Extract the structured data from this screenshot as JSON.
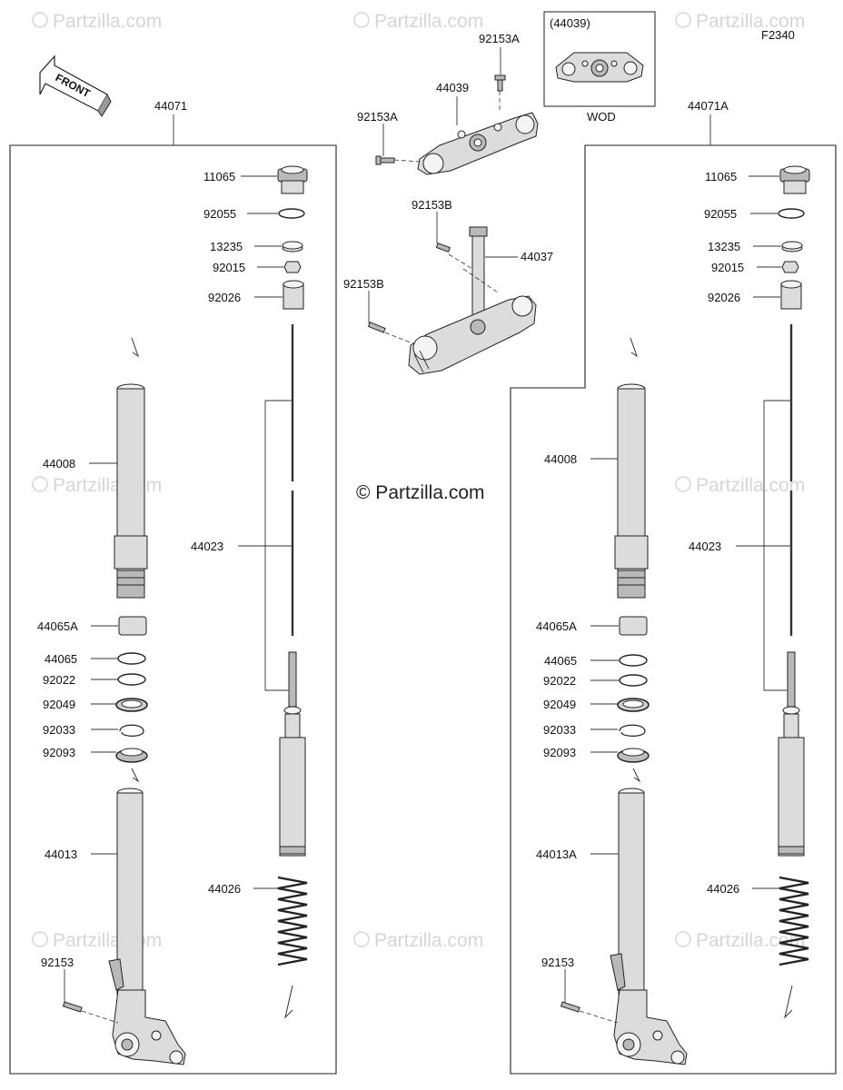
{
  "diagram_code": "F2340",
  "copyright_center": "© Partzilla.com",
  "watermark": "Partzilla.com",
  "front_arrow_label": "FRONT",
  "inset": {
    "label": "(44039)",
    "caption": "WOD"
  },
  "assemblies": {
    "left": {
      "label": "44071"
    },
    "right": {
      "label": "44071A"
    }
  },
  "clamp_labels": {
    "upper_bracket": "44039",
    "upper_bolt_top": "92153A",
    "upper_bolt_side": "92153A",
    "lower_bracket": "44037",
    "lower_bolt_top": "92153B",
    "lower_bolt_side": "92153B"
  },
  "left_labels": {
    "cap": "11065",
    "oring": "92055",
    "collar": "13235",
    "nut": "92015",
    "spacer": "92026",
    "outer_tube": "44008",
    "damper": "44023",
    "bushing_a": "44065A",
    "bushing": "44065",
    "washer": "92022",
    "oil_seal": "92049",
    "circlip": "92033",
    "dust_seal": "92093",
    "inner_tube": "44013",
    "spring": "44026",
    "axle_bolt": "92153"
  },
  "right_labels": {
    "cap": "11065",
    "oring": "92055",
    "collar": "13235",
    "nut": "92015",
    "spacer": "92026",
    "outer_tube": "44008",
    "damper": "44023",
    "bushing_a": "44065A",
    "bushing": "44065",
    "washer": "92022",
    "oil_seal": "92049",
    "circlip": "92033",
    "dust_seal": "92093",
    "inner_tube": "44013A",
    "spring": "44026",
    "axle_bolt": "92153"
  }
}
